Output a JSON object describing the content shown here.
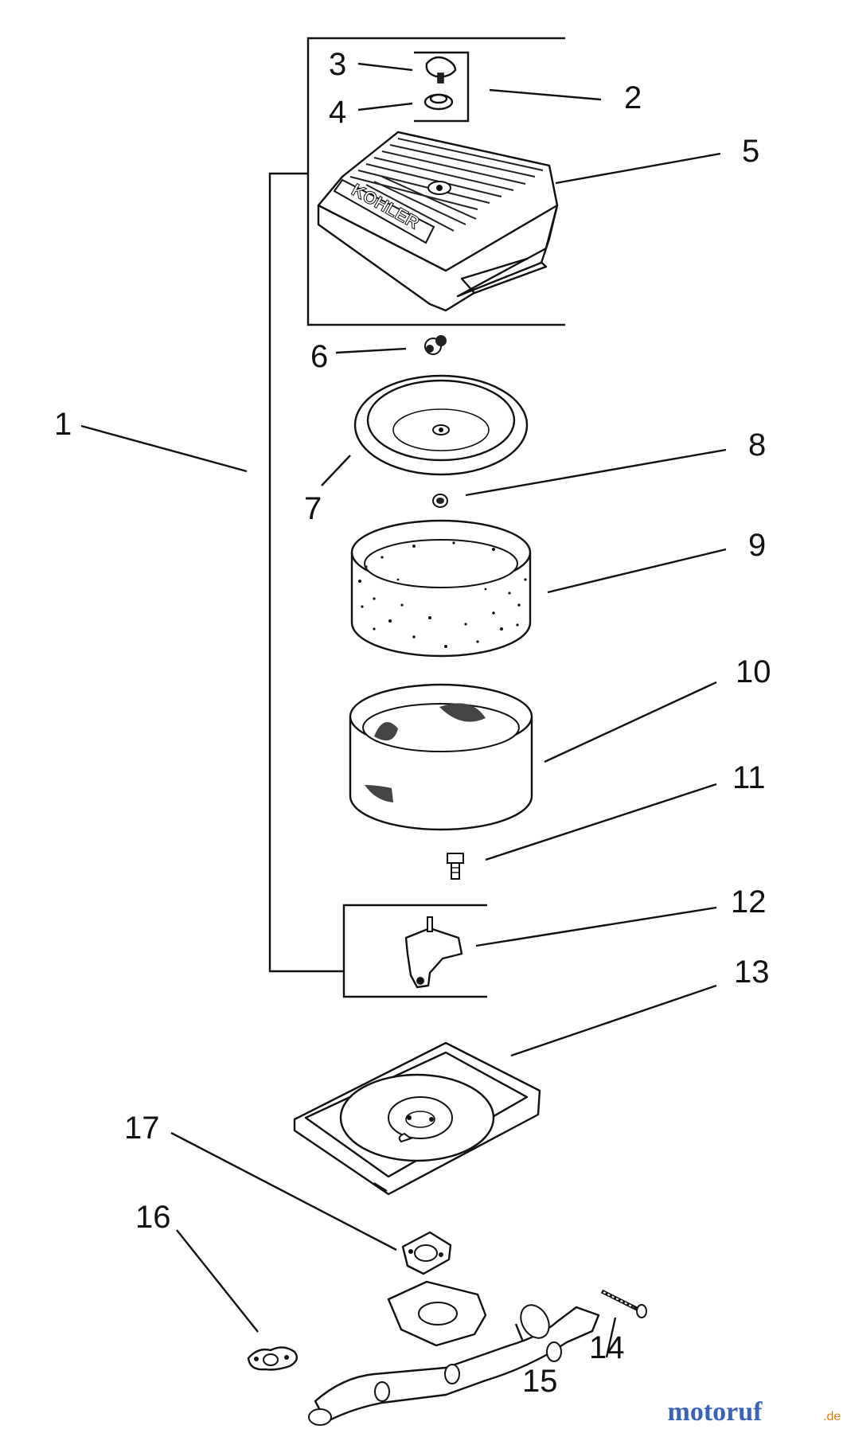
{
  "callouts": [
    {
      "id": "1",
      "label": "1"
    },
    {
      "id": "2",
      "label": "2"
    },
    {
      "id": "3",
      "label": "3"
    },
    {
      "id": "4",
      "label": "4"
    },
    {
      "id": "5",
      "label": "5"
    },
    {
      "id": "6",
      "label": "6"
    },
    {
      "id": "7",
      "label": "7"
    },
    {
      "id": "8",
      "label": "8"
    },
    {
      "id": "9",
      "label": "9"
    },
    {
      "id": "10",
      "label": "10"
    },
    {
      "id": "11",
      "label": "11"
    },
    {
      "id": "12",
      "label": "12"
    },
    {
      "id": "13",
      "label": "13"
    },
    {
      "id": "14",
      "label": "14"
    },
    {
      "id": "15",
      "label": "15"
    },
    {
      "id": "16",
      "label": "16"
    },
    {
      "id": "17",
      "label": "17"
    }
  ],
  "brand_text": "KOHLER",
  "watermark": {
    "text": "motoruf",
    "suffix": ".de"
  }
}
